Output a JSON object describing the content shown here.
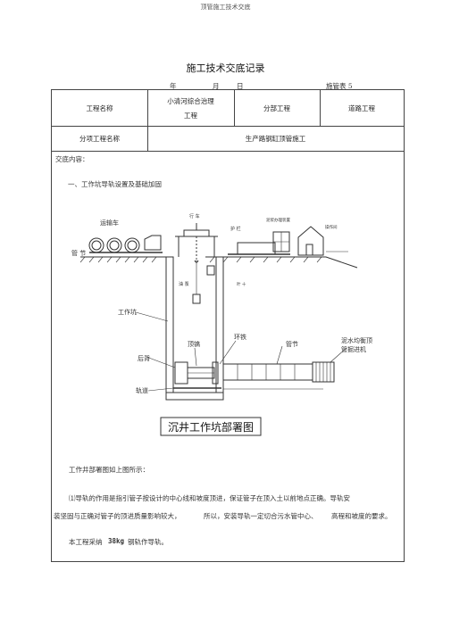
{
  "page_header": "顶管施工技术交底",
  "doc_title": "施工技术交底记录",
  "date_line": {
    "year": "年",
    "month": "月",
    "day": "日",
    "form_no": "施管表 5"
  },
  "table": {
    "row1": {
      "project_label": "工程名称",
      "project_value_l1": "小清河综合治理",
      "project_value_l2": "工程",
      "sub_label": "分部工程",
      "sub_value": "道路工程"
    },
    "row2": {
      "item_label": "分项工程名称",
      "item_value": "生产路钢缸顶管施工"
    },
    "content_label": "交底内容："
  },
  "section1_title": "一、工作坑导轨设置及基础加固",
  "diagram": {
    "transport_car": "运输车",
    "crane": "行 车",
    "guardrail": "护 栏",
    "mud_device": "泥浆办理装置",
    "control_room": "操作间",
    "pipe_section": "管 节",
    "pump": "油 泵",
    "small_label": "叶 十",
    "work_pit": "工作坑",
    "ring_iron": "环铁",
    "jack": "顶镐",
    "pipe_joint": "管节",
    "backrest": "后背",
    "rail": "轨道",
    "machine_l1": "泥水均衡顶",
    "machine_l2": "管掘进机",
    "caption": "沉井工作坑部署图"
  },
  "body": {
    "p1": "工作井部署图如上图所示：",
    "p2_l1": "⑴导轨的作用是指引管子按设计的中心线和坡度顶进，保证管子在顶入土以前地点正确。导轨安",
    "p2_l2_a": "装坚固与正确对管子的顶进质量影响较大，",
    "p2_l2_b": "所以，安装导轨一定切合污水管中心、",
    "p2_l2_c": "高程和坡度的要求。",
    "p3_a": "本工程采纳",
    "p3_b": "38kg",
    "p3_c": "钢轨作导轨。"
  }
}
